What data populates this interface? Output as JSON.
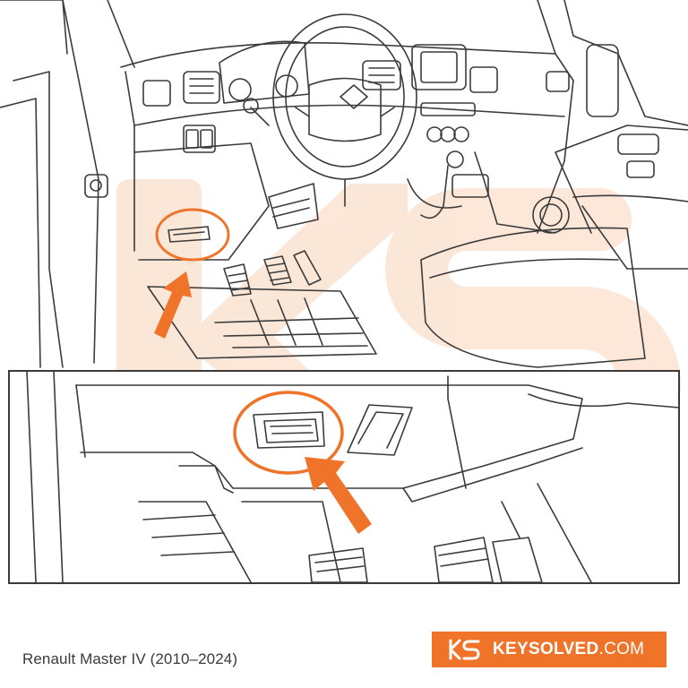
{
  "caption": "Renault Master IV (2010–2024)",
  "brand": {
    "name": "KEYSOLVED",
    "tld": ".COM",
    "monogram": "KS"
  },
  "colors": {
    "accent": "#f0732a",
    "watermark": "#fbe3d2",
    "line": "#3b3b3b",
    "caption": "#3a3a3a",
    "brand_bg": "#f0732a"
  },
  "icons": {
    "arrow": "arrow-up-right-icon",
    "highlight": "ellipse-highlight",
    "logo": "keysolved-ks-logo-icon"
  }
}
